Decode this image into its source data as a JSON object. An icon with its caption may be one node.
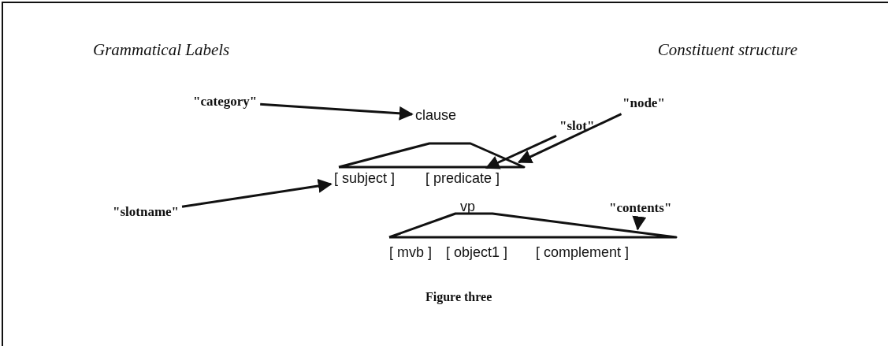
{
  "diagram": {
    "caption": "Figure three",
    "nodes": [
      {
        "text": [
          "\"category\""
        ]
      },
      {
        "text": [
          "clause"
        ]
      },
      {
        "text": [
          "\"node\""
        ]
      },
      {
        "text": [],
        "shape": "triangle"
      },
      {
        "text": [
          "\"slot\""
        ]
      },
      {
        "text": [
          "[ subject ]"
        ]
      },
      {
        "text": [
          "[ predicate ]"
        ]
      },
      {
        "text": [
          "\"slotname\""
        ]
      },
      {
        "text": [
          "vp"
        ]
      },
      {
        "text": [
          "\"contents\""
        ]
      },
      {
        "text": [],
        "shape": "triangle"
      },
      {
        "text": [
          "[ mvb ]"
        ]
      },
      {
        "text": [
          "[ object1 ]"
        ]
      },
      {
        "text": [
          "[ complement ]"
        ]
      }
    ],
    "edges": [
      {
        "from": 0,
        "to": 1,
        "arrow": "to"
      },
      {
        "from": 2,
        "to": 3,
        "arrow": "to"
      },
      {
        "from": 4,
        "to": 6,
        "arrow": "to"
      },
      {
        "from": 7,
        "to": 5,
        "arrow": "to"
      },
      {
        "from": 9,
        "to": 10,
        "arrow": "to"
      }
    ],
    "labels": [
      "Grammatical Labels",
      "Constituent structure"
    ]
  }
}
